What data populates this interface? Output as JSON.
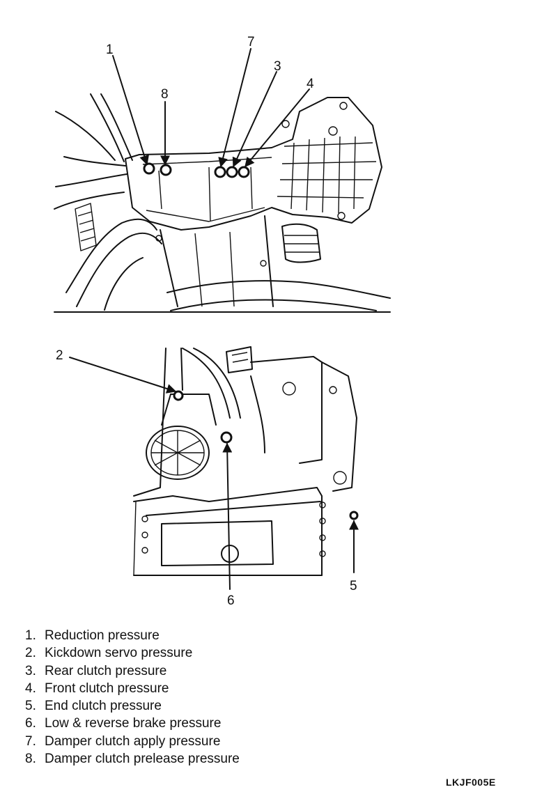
{
  "callouts": {
    "c1": "1",
    "c2": "2",
    "c3": "3",
    "c4": "4",
    "c5": "5",
    "c6": "6",
    "c7": "7",
    "c8": "8"
  },
  "legend": [
    {
      "num": "1.",
      "label": "Reduction pressure"
    },
    {
      "num": "2.",
      "label": "Kickdown servo pressure"
    },
    {
      "num": "3.",
      "label": "Rear clutch pressure"
    },
    {
      "num": "4.",
      "label": "Front clutch pressure"
    },
    {
      "num": "5.",
      "label": "End clutch pressure"
    },
    {
      "num": "6.",
      "label": "Low & reverse brake pressure"
    },
    {
      "num": "7.",
      "label": "Damper clutch apply pressure"
    },
    {
      "num": "8.",
      "label": "Damper clutch prelease pressure"
    }
  ],
  "figure_code": "LKJF005E"
}
